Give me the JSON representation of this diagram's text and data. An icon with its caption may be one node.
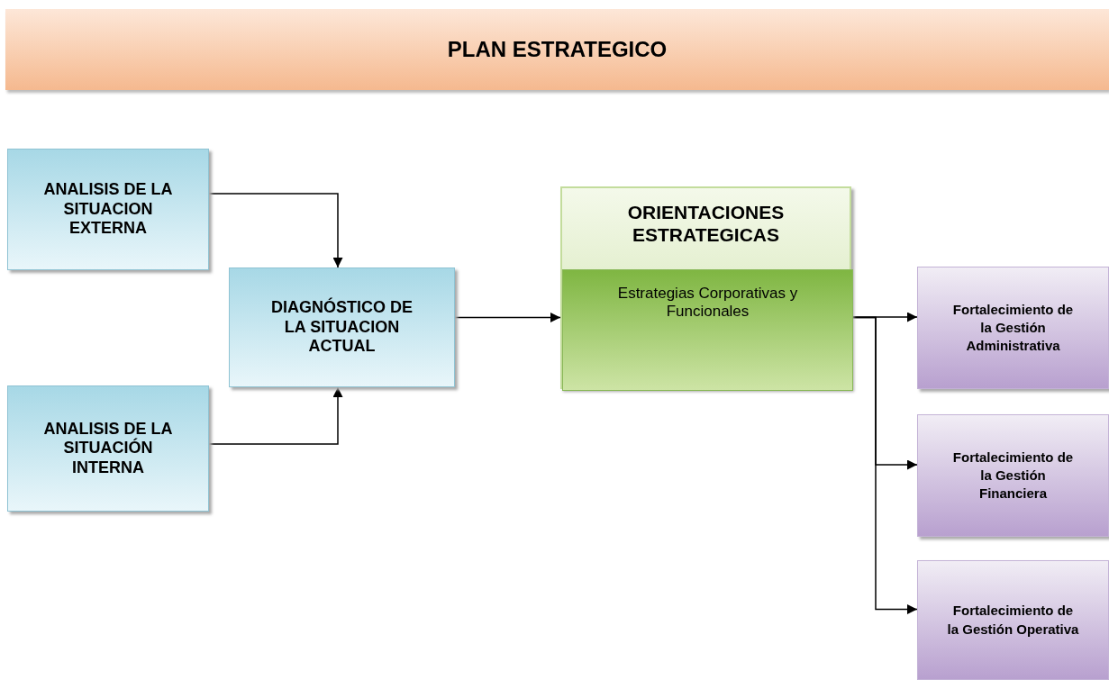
{
  "diagram": {
    "title": "PLAN ESTRATEGICO",
    "nodes": [
      {
        "text": [
          "ANALISIS DE LA SITUACION EXTERNA"
        ]
      },
      {
        "text": [
          "ANALISIS DE LA SITUACIÓN INTERNA"
        ]
      },
      {
        "text": [
          "DIAGNÓSTICO DE LA SITUACION ACTUAL"
        ]
      },
      {
        "text": [
          "ORIENTACIONES ESTRATEGICAS"
        ]
      },
      {
        "text": [
          "Estrategias Corporativas y Funcionales"
        ],
        "in": 3
      },
      {
        "text": [
          "Fortalecimiento de la Gestión Administrativa"
        ]
      },
      {
        "text": [
          "Fortalecimiento de la Gestión Financiera"
        ]
      },
      {
        "text": [
          "Fortalecimiento de la Gestión Operativa"
        ]
      }
    ],
    "edges": [
      {
        "from": 0,
        "to": 2,
        "arrow": "to"
      },
      {
        "from": 1,
        "to": 2,
        "arrow": "to"
      },
      {
        "from": 2,
        "to": 4,
        "arrow": "to"
      },
      {
        "from": 4,
        "to": 5,
        "arrow": "to"
      },
      {
        "from": 4,
        "to": 6,
        "arrow": "to"
      },
      {
        "from": 4,
        "to": 7,
        "arrow": "to"
      }
    ]
  }
}
